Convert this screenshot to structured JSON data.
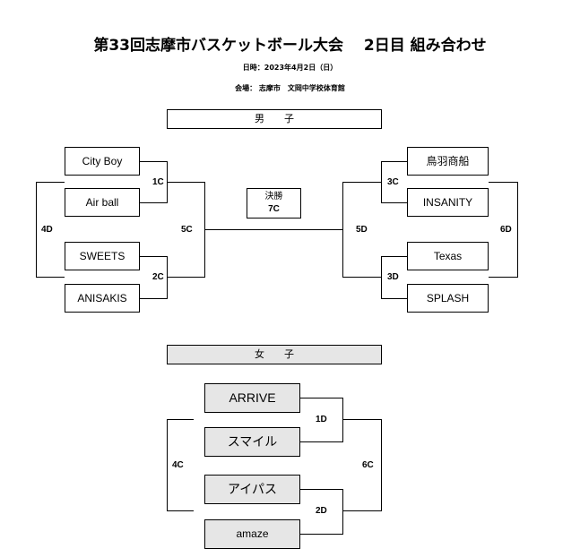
{
  "header": {
    "title": "第33回志摩市バスケットボール大会　 2日目 組み合わせ",
    "date": "日時：2023年4月2日（日）",
    "venue": "会場： 志摩市　文岡中学校体育館"
  },
  "men": {
    "section_label": "男　　子",
    "teams": {
      "t1": "City Boy",
      "t2": "Air ball",
      "t3": "SWEETS",
      "t4": "ANISAKIS",
      "t5": "鳥羽商船",
      "t6": "INSANITY",
      "t7": "Texas",
      "t8": "SPLASH"
    },
    "games": {
      "g1": "1C",
      "g2": "2C",
      "g3": "3C",
      "g4": "3D",
      "g5": "4D",
      "g6": "5C",
      "g7": "5D",
      "g8": "6D"
    },
    "final": {
      "label": "決勝",
      "code": "7C"
    }
  },
  "women": {
    "section_label": "女　　子",
    "teams": {
      "t1": "ARRIVE",
      "t2": "スマイル",
      "t3": "アイパス",
      "t4": "amaze"
    },
    "games": {
      "g1": "1D",
      "g2": "2D",
      "g3": "4C",
      "g4": "6C"
    }
  }
}
